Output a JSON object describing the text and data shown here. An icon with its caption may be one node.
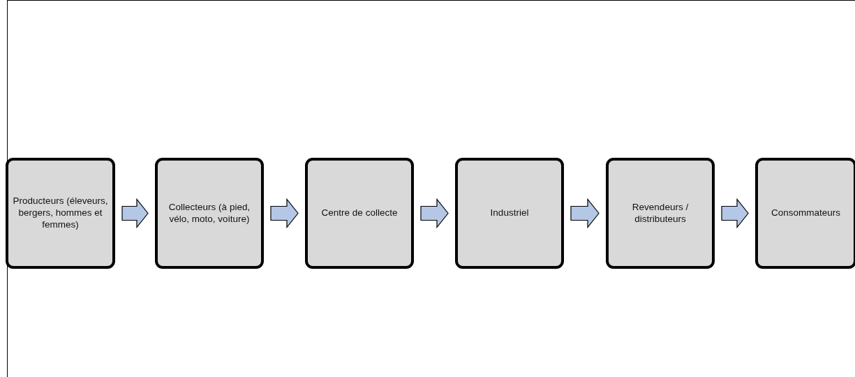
{
  "diagram": {
    "nodes": [
      {
        "text": [
          "Producteurs (éleveurs, bergers, hommes et femmes)"
        ]
      },
      {
        "text": [
          "Collecteurs (à pied, vélo, moto, voiture)"
        ]
      },
      {
        "text": [
          "Centre de collecte"
        ]
      },
      {
        "text": [
          "Industriel"
        ]
      },
      {
        "text": [
          "Revendeurs / distributeurs"
        ]
      },
      {
        "text": [
          "Consommateurs"
        ]
      }
    ],
    "edges": [
      {
        "from": 0,
        "to": 1,
        "arrow": "to"
      },
      {
        "from": 1,
        "to": 2,
        "arrow": "to"
      },
      {
        "from": 2,
        "to": 3,
        "arrow": "to"
      },
      {
        "from": 3,
        "to": 4,
        "arrow": "to"
      },
      {
        "from": 4,
        "to": 5,
        "arrow": "to"
      }
    ]
  }
}
